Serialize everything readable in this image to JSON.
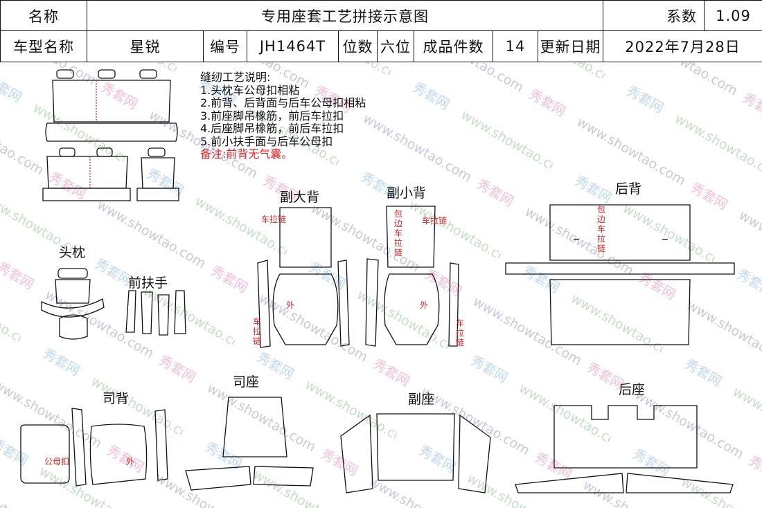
{
  "header": {
    "name_label": "名称",
    "title": "专用座套工艺拼接示意图",
    "coef_label": "系数",
    "coef_value": "1.09",
    "model_label": "车型名称",
    "model_value": "星锐",
    "code_label": "编号",
    "code_value": "JH1464T",
    "seats_label": "位数",
    "seats_value": "六位",
    "pieces_label": "成品件数",
    "pieces_value": "14",
    "date_label": "更新日期",
    "date_value": "2022年7月28日"
  },
  "notes": {
    "heading": "缝纫工艺说明:",
    "items": [
      "1.头枕车公母扣相粘",
      "2.前背、后背面与后车公母扣相粘",
      "3.前座脚吊橡筋，前后车拉扣",
      "4.后座脚吊橡筋，前后车拉扣",
      "5.前小扶手面与后车公母扣"
    ],
    "remark": "备注:前背无气囊。"
  },
  "sections": {
    "headrest": "头枕",
    "front_armrest": "前扶手",
    "passenger_big_back": "副大背",
    "passenger_small_back": "副小背",
    "rear_back": "后背",
    "driver_back": "司背",
    "driver_seat": "司座",
    "passenger_seat": "副座",
    "rear_seat": "后座"
  },
  "annotations": {
    "zipper": "车拉链",
    "outside": "外",
    "edge_zipper": "包边车拉链",
    "snap": "公母扣"
  },
  "watermark": {
    "domain": "www.showtao.com",
    "brand": "秀套网"
  },
  "colors": {
    "annotation": "#dd2222",
    "outline": "#111111"
  }
}
